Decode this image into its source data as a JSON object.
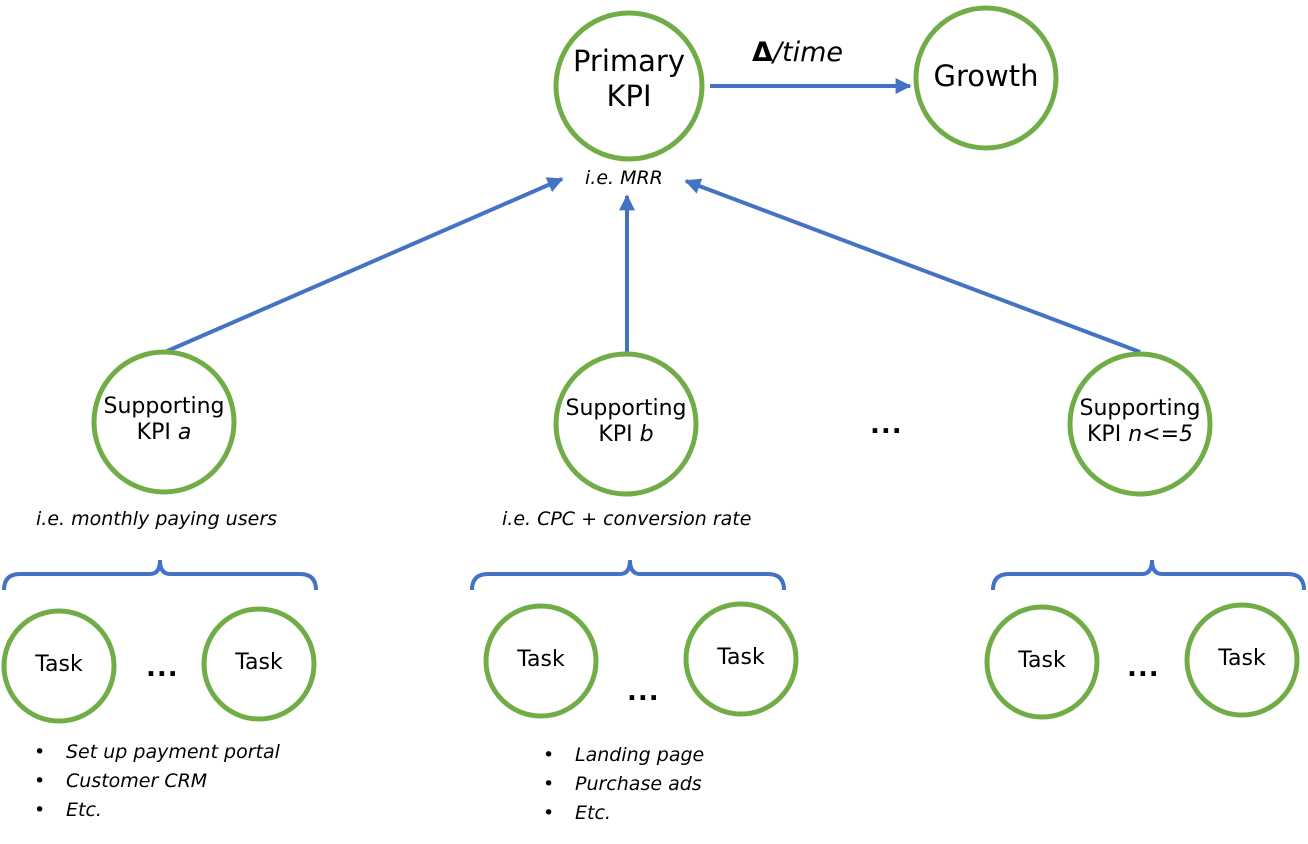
{
  "colors": {
    "node_stroke": "#70ad47",
    "edge": "#4472c4",
    "text": "#000000"
  },
  "primary": {
    "label_line1": "Primary",
    "label_line2": "KPI",
    "example": "i.e. MRR"
  },
  "growth": {
    "label": "Growth",
    "edge_label_symbol": "Δ",
    "edge_label_text": "/time"
  },
  "supporting": [
    {
      "line1": "Supporting",
      "line2_prefix": "KPI ",
      "line2_var": "a",
      "example": "i.e. monthly paying users",
      "tasks": [
        "Task",
        "Task"
      ],
      "task_ellipsis": "...",
      "bullets": [
        "Set up payment portal",
        "Customer CRM",
        "Etc."
      ]
    },
    {
      "line1": "Supporting",
      "line2_prefix": "KPI ",
      "line2_var": "b",
      "example": "i.e. CPC + conversion rate",
      "tasks": [
        "Task",
        "Task"
      ],
      "task_ellipsis": "...",
      "bullets": [
        "Landing page",
        "Purchase ads",
        "Etc."
      ]
    },
    {
      "line1": "Supporting",
      "line2_prefix": "KPI ",
      "line2_var": "n<=5",
      "tasks": [
        "Task",
        "Task"
      ],
      "task_ellipsis": "..."
    }
  ],
  "between_supporting_ellipsis": "..."
}
